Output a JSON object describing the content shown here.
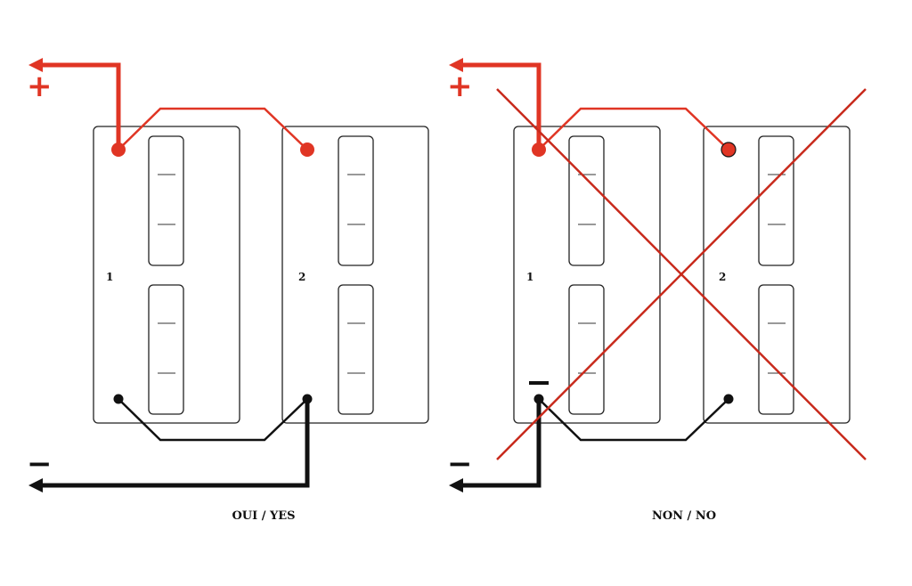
{
  "colors": {
    "positive": "#e03524",
    "negative": "#111111",
    "cross": "#c82a1c",
    "outline": "#222222"
  },
  "left_panel": {
    "positive_sign": "+",
    "negative_sign": "−",
    "cell_1_label": "1",
    "cell_2_label": "2",
    "caption": "OUI / YES"
  },
  "right_panel": {
    "positive_sign": "+",
    "negative_sign": "−",
    "cell_1_label": "1",
    "cell_2_label": "2",
    "caption": "NON / NO",
    "crossed_out": true
  }
}
